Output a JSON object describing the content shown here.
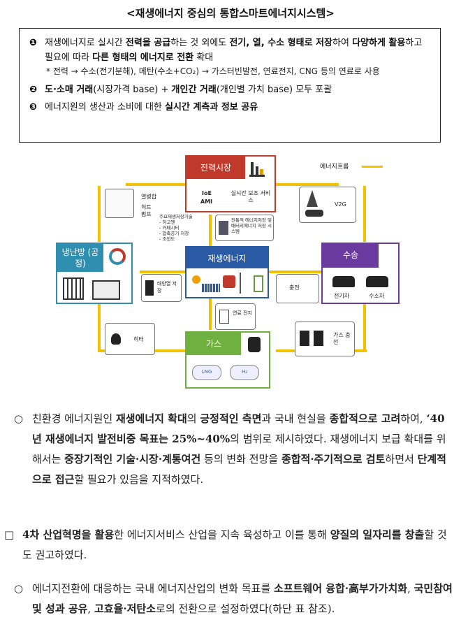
{
  "title": "<재생에너지 중심의 통합스마트에너지시스템>",
  "box": {
    "items": [
      {
        "num": "❶",
        "segments": [
          {
            "t": "재생에너지로 실시간 ",
            "b": false
          },
          {
            "t": "전력을 공급",
            "b": true
          },
          {
            "t": "하는 것 외에도 ",
            "b": false
          },
          {
            "t": "전기, 열, 수소 형태로 저장",
            "b": true
          },
          {
            "t": "하여 ",
            "b": false
          },
          {
            "t": "다양하게 활용",
            "b": true
          },
          {
            "t": "하고 필요에 따라 ",
            "b": false
          },
          {
            "t": "다른 형태의 에너지로 전환",
            "b": true
          },
          {
            "t": " 확대",
            "b": false
          }
        ]
      },
      {
        "num": "❷",
        "segments": [
          {
            "t": "도·소매 거래",
            "b": true
          },
          {
            "t": "(시장가격 base) + ",
            "b": false
          },
          {
            "t": "개인간 거래",
            "b": true
          },
          {
            "t": "(개인별 가치 base) 모두 포괄",
            "b": false
          }
        ]
      },
      {
        "num": "❸",
        "segments": [
          {
            "t": "에너지원의 생산과 소비에 대한 ",
            "b": false
          },
          {
            "t": "실시간 계측과 정보 공유",
            "b": true
          }
        ]
      }
    ],
    "note": "* 전력 → 수소(전기분해), 메탄(수소+CO₂) → 가스터빈발전, 연료전지, CNG 등의 연료로 사용"
  },
  "diagram": {
    "legend": "에너지흐름",
    "power_market": {
      "title": "전력시장",
      "ioe": "IoE",
      "ami": "AMI",
      "aux": "실시간 보조 서비스"
    },
    "heating": {
      "title": "냉난방 (공정)",
      "hp_label": "열병합",
      "heatpump": "히트 펌프",
      "storage": "태양열 저장"
    },
    "renewable": {
      "title": "재생에너지",
      "list_title": "주요재생저장기술",
      "list": [
        "- 하고엔",
        "- 커패시터",
        "- 압축공기 저장",
        "- 초전도"
      ],
      "ess": "전통적 에너지저장 및 배터리에너지 저장 시스템"
    },
    "transport": {
      "title": "수송",
      "v2g": "V2G",
      "charge": "충전",
      "ev": "전기차",
      "h2car": "수소차"
    },
    "gas": {
      "title": "가스",
      "fuelcell": "연료 전지",
      "heater": "히터",
      "gas_charge": "가스 충전",
      "lng": "LNG",
      "h2": "H₂"
    },
    "colors": {
      "power": "#c0392b",
      "heat": "#2f8fb0",
      "renew": "#2b5aa5",
      "transport": "#6b3aa0",
      "gas": "#6fb040",
      "arrow": "#f2c200"
    }
  },
  "paras": [
    {
      "mark": "○",
      "segments": [
        {
          "t": "친환경 에너지원인 ",
          "b": false
        },
        {
          "t": "재생에너지 확대",
          "b": true
        },
        {
          "t": "의 ",
          "b": false
        },
        {
          "t": "긍정적인 측면",
          "b": true
        },
        {
          "t": "과 국내 현실을 ",
          "b": false
        },
        {
          "t": "종합적으로 고려",
          "b": true
        },
        {
          "t": "하여, ",
          "b": false
        },
        {
          "t": "‘40년 재생에너지 발전비중 목표는 25%~40%",
          "b": true
        },
        {
          "t": "의 범위로 제시하였다. 재생에너지 보급 확대를 위해서는 ",
          "b": false
        },
        {
          "t": "중장기적인 기술·시장·계통여건",
          "b": true
        },
        {
          "t": " 등의 변화 전망을 ",
          "b": false
        },
        {
          "t": "종합적·주기적으로 검토",
          "b": true
        },
        {
          "t": "하면서 ",
          "b": false
        },
        {
          "t": "단계적으로 접근",
          "b": true
        },
        {
          "t": "할 필요가 있음을 지적하였다.",
          "b": false
        }
      ]
    },
    {
      "mark": "□",
      "segments": [
        {
          "t": "4차 산업혁명을 활용",
          "b": true
        },
        {
          "t": "한 에너지서비스 산업을 지속 육성하고 이를 통해 ",
          "b": false
        },
        {
          "t": "양질의 일자리를 창출",
          "b": true
        },
        {
          "t": "할 것도 권고하였다.",
          "b": false
        }
      ]
    },
    {
      "mark": "○",
      "segments": [
        {
          "t": "에너지전환에 대응하는 국내 에너지산업의 변화 목표를 ",
          "b": false
        },
        {
          "t": "소프트웨어 융합·高부가가치화",
          "b": true
        },
        {
          "t": ", ",
          "b": false
        },
        {
          "t": "국민참여 및 성과 공유",
          "b": true
        },
        {
          "t": ", ",
          "b": false
        },
        {
          "t": "고효율·저탄소",
          "b": true
        },
        {
          "t": "로의 전환으로 설정하였다",
          "b": false
        },
        {
          "t": "(하단 표 참조).",
          "b": false
        }
      ]
    }
  ]
}
